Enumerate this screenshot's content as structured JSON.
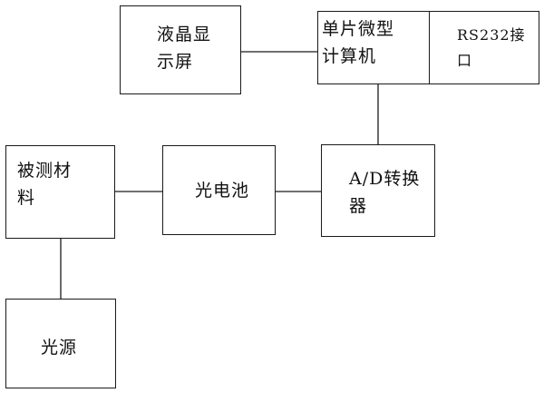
{
  "diagram": {
    "nodes": {
      "lcd": {
        "label": "液晶显\n示屏"
      },
      "mcu": {
        "label": "单片微型\n计算机"
      },
      "rs232": {
        "label": "RS232接\n口"
      },
      "sample": {
        "label": "被测材\n料"
      },
      "photocell": {
        "label": "光电池"
      },
      "adc": {
        "label": "A/D转换\n器"
      },
      "light_source": {
        "label": "光源"
      }
    },
    "connections": [
      {
        "from": "lcd",
        "to": "mcu"
      },
      {
        "from": "mcu",
        "to": "adc"
      },
      {
        "from": "sample",
        "to": "photocell"
      },
      {
        "from": "photocell",
        "to": "adc"
      },
      {
        "from": "sample",
        "to": "light_source"
      }
    ]
  }
}
